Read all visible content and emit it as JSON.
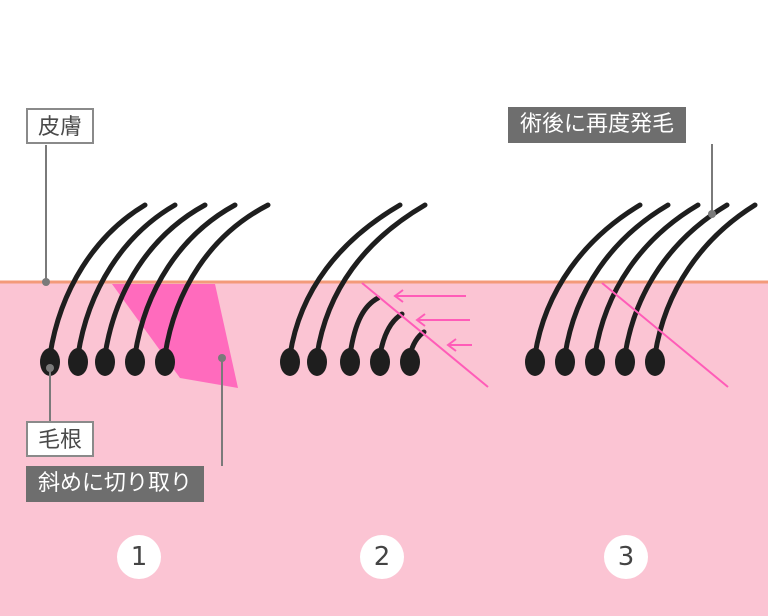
{
  "labels": {
    "skin": "皮膚",
    "root": "毛根",
    "cut": "斜めに切り取り",
    "regrow": "術後に再度発毛"
  },
  "steps": [
    "1",
    "2",
    "3"
  ],
  "colors": {
    "skin_fill": "#fbc4d3",
    "skin_line": "#f39a7a",
    "accent_pink": "#ff5cb8",
    "hair": "#1e1e1e",
    "label_dark": "#6e6e6e",
    "label_border": "#8a8a8a",
    "leader_line": "#7a7a7a"
  }
}
